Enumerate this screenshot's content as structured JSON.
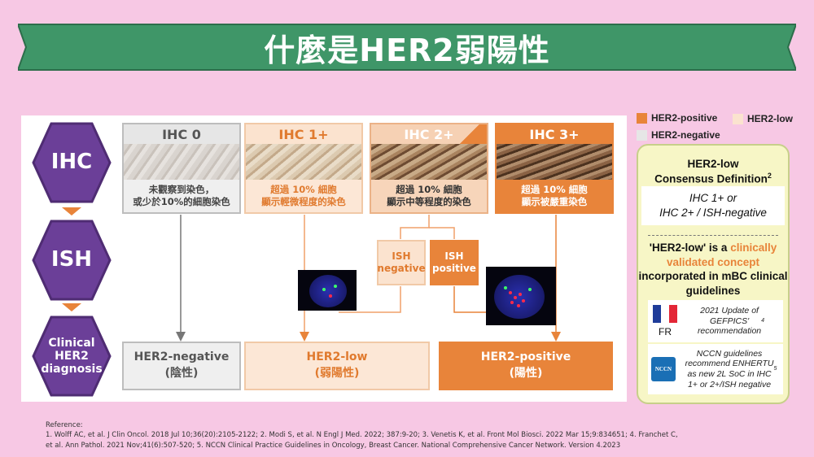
{
  "title": "什麼是HER2弱陽性",
  "colors": {
    "background": "#f7c8e4",
    "banner": "#3f9668",
    "purple": "#6b3f98",
    "orange": "#e8843a",
    "light_orange": "#fce7d6",
    "grey": "#efefef",
    "definition_bg": "#f7f6c6"
  },
  "stages": [
    "IHC",
    "ISH",
    "Clinical\nHER2\ndiagnosis"
  ],
  "ihc_columns": [
    {
      "label": "IHC 0",
      "description": "未觀察到染色，\n或少於10%的細胞染色"
    },
    {
      "label": "IHC 1+",
      "description": "超過 10% 細胞\n顯示輕微程度的染色"
    },
    {
      "label": "IHC 2+",
      "description": "超過 10% 細胞\n顯示中等程度的染色"
    },
    {
      "label": "IHC 3+",
      "description": "超過 10% 細胞\n顯示被嚴重染色"
    }
  ],
  "ish": {
    "negative": "ISH\nnegative",
    "positive": "ISH\npositive"
  },
  "diagnoses": {
    "negative": {
      "label": "HER2-negative",
      "sub": "(陰性)"
    },
    "low": {
      "label": "HER2-low",
      "sub": "(弱陽性)"
    },
    "positive": {
      "label": "HER2-positive",
      "sub": "(陽性)"
    }
  },
  "legend": {
    "positive": "HER2-positive",
    "low": "HER2-low",
    "negative": "HER2-negative"
  },
  "definition": {
    "title_line1": "HER2-low",
    "title_line2": "Consensus Definition",
    "title_sup": "2",
    "criteria": "IHC 1+ or\nIHC 2+ / ISH-negative",
    "statement_pre": "'HER2-low' is a ",
    "statement_highlight": "clinically validated concept",
    "statement_post": "incorporated in mBC clinical guidelines",
    "fr_flag_label": "FR",
    "fr_text": "2021 Update of\nGEFPICS'\nrecommendation",
    "fr_sup": "4",
    "nccn_logo": "NCCN",
    "nccn_text": "NCCN guidelines\nrecommend ENHERTU\nas new 2L SoC in IHC\n1+ or 2+/ISH negative",
    "nccn_sup": "5"
  },
  "reference": {
    "heading": "Reference:",
    "line1": "1. Wolff AC, et al. J Clin Oncol. 2018 Jul 10;36(20):2105-2122; 2. Modi S, et al. N Engl J Med. 2022; 387:9-20; 3. Venetis K, et al. Front Mol Biosci. 2022 Mar 15;9:834651; 4. Franchet C,",
    "line2": "et al. Ann Pathol. 2021 Nov;41(6):507-520; 5. NCCN Clinical Practice Guidelines in Oncology, Breast Cancer. National Comprehensive Cancer Network. Version 4.2023"
  }
}
